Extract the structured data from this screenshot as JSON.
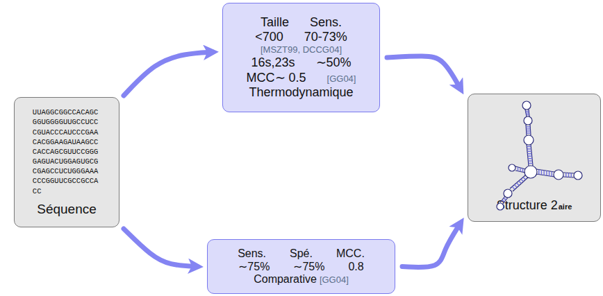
{
  "diagram": {
    "nodes": [
      {
        "text": [
          "UUAGGCGGCCACAGC GGUGGGGUUGCCUCC CGUACCCAUCCCGAA CACGGAAGAUAAGCC CACCAGCGUUCCGGG GAGUACUGGAGUGCG CGAGCCUCUGGGAAA CCCGGUUCGCCGCCA CC",
          "Séquence"
        ]
      },
      {
        "text": [
          "Taille",
          "Sens.",
          "<700",
          "70-73%",
          "[MSZT99, DCCG04]",
          "16s,23s",
          "∼50%",
          "MCC∼ 0.5",
          "[GG04]",
          "Thermodynamique"
        ]
      },
      {
        "text": [
          "Structure 2",
          "aire"
        ]
      },
      {
        "text": [
          "Sens.",
          "Spé.",
          "MCC.",
          "∼75%",
          "∼75%",
          "0.8",
          "Comparative",
          "[GG04]"
        ]
      }
    ],
    "edges": [
      {
        "from": 0,
        "to": 1,
        "arrow": "to"
      },
      {
        "from": 1,
        "to": 2,
        "arrow": "to"
      },
      {
        "from": 0,
        "to": 3,
        "arrow": "to"
      },
      {
        "from": 3,
        "to": 2,
        "arrow": "to"
      }
    ]
  }
}
